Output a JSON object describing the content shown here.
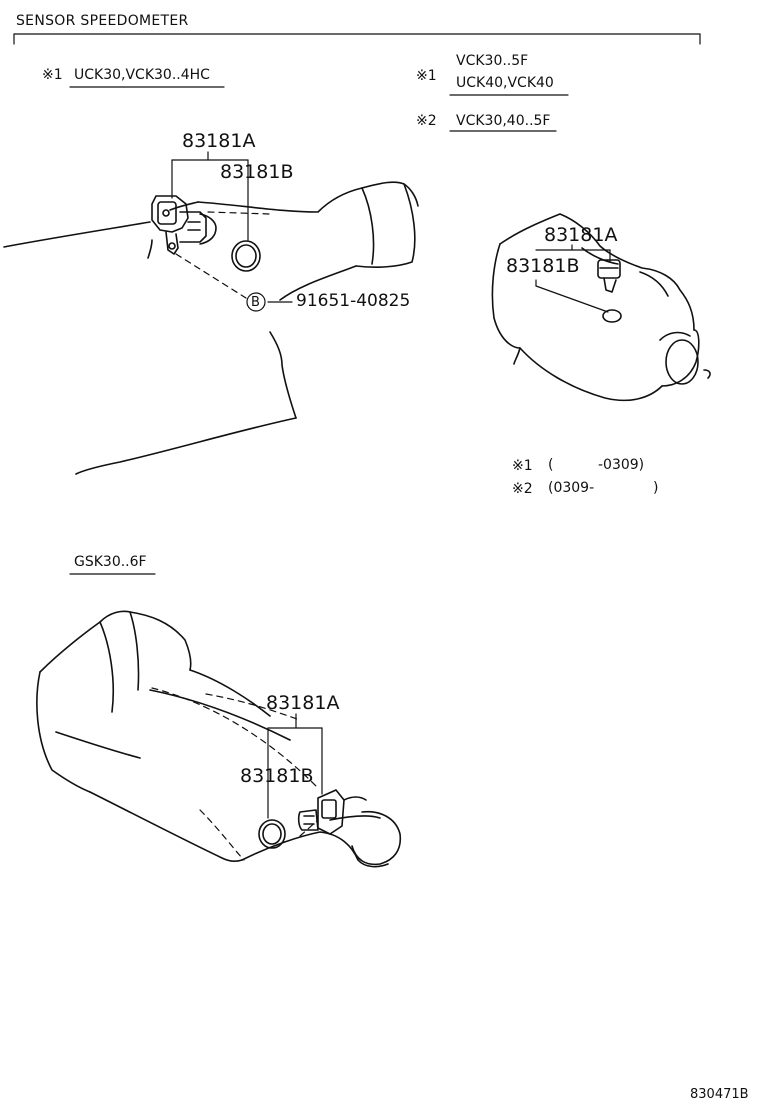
{
  "header": {
    "title": "SENSOR SPEEDOMETER"
  },
  "notes_left": {
    "mark1_symbol": "※1",
    "mark1_text": "UCK30,VCK30..4HC"
  },
  "notes_right": {
    "mark1_symbol": "※1",
    "mark1_line1": "VCK30..5F",
    "mark1_line2": "UCK40,VCK40",
    "mark2_symbol": "※2",
    "mark2_text": "VCK30,40..5F"
  },
  "diagram1": {
    "part_a": "83181A",
    "part_b": "83181B",
    "bolt_marker": "B",
    "bolt_part": "91651-40825"
  },
  "diagram2": {
    "part_a": "83181A",
    "part_b": "83181B"
  },
  "date_legend": {
    "row1_symbol": "※1",
    "row1_open": "(",
    "row1_text": "-0309)",
    "row2_symbol": "※2",
    "row2_text": "(0309-",
    "row2_close": ")"
  },
  "section2": {
    "label": "GSK30..6F",
    "part_a": "83181A",
    "part_b": "83181B"
  },
  "footer": {
    "code": "830471B"
  }
}
